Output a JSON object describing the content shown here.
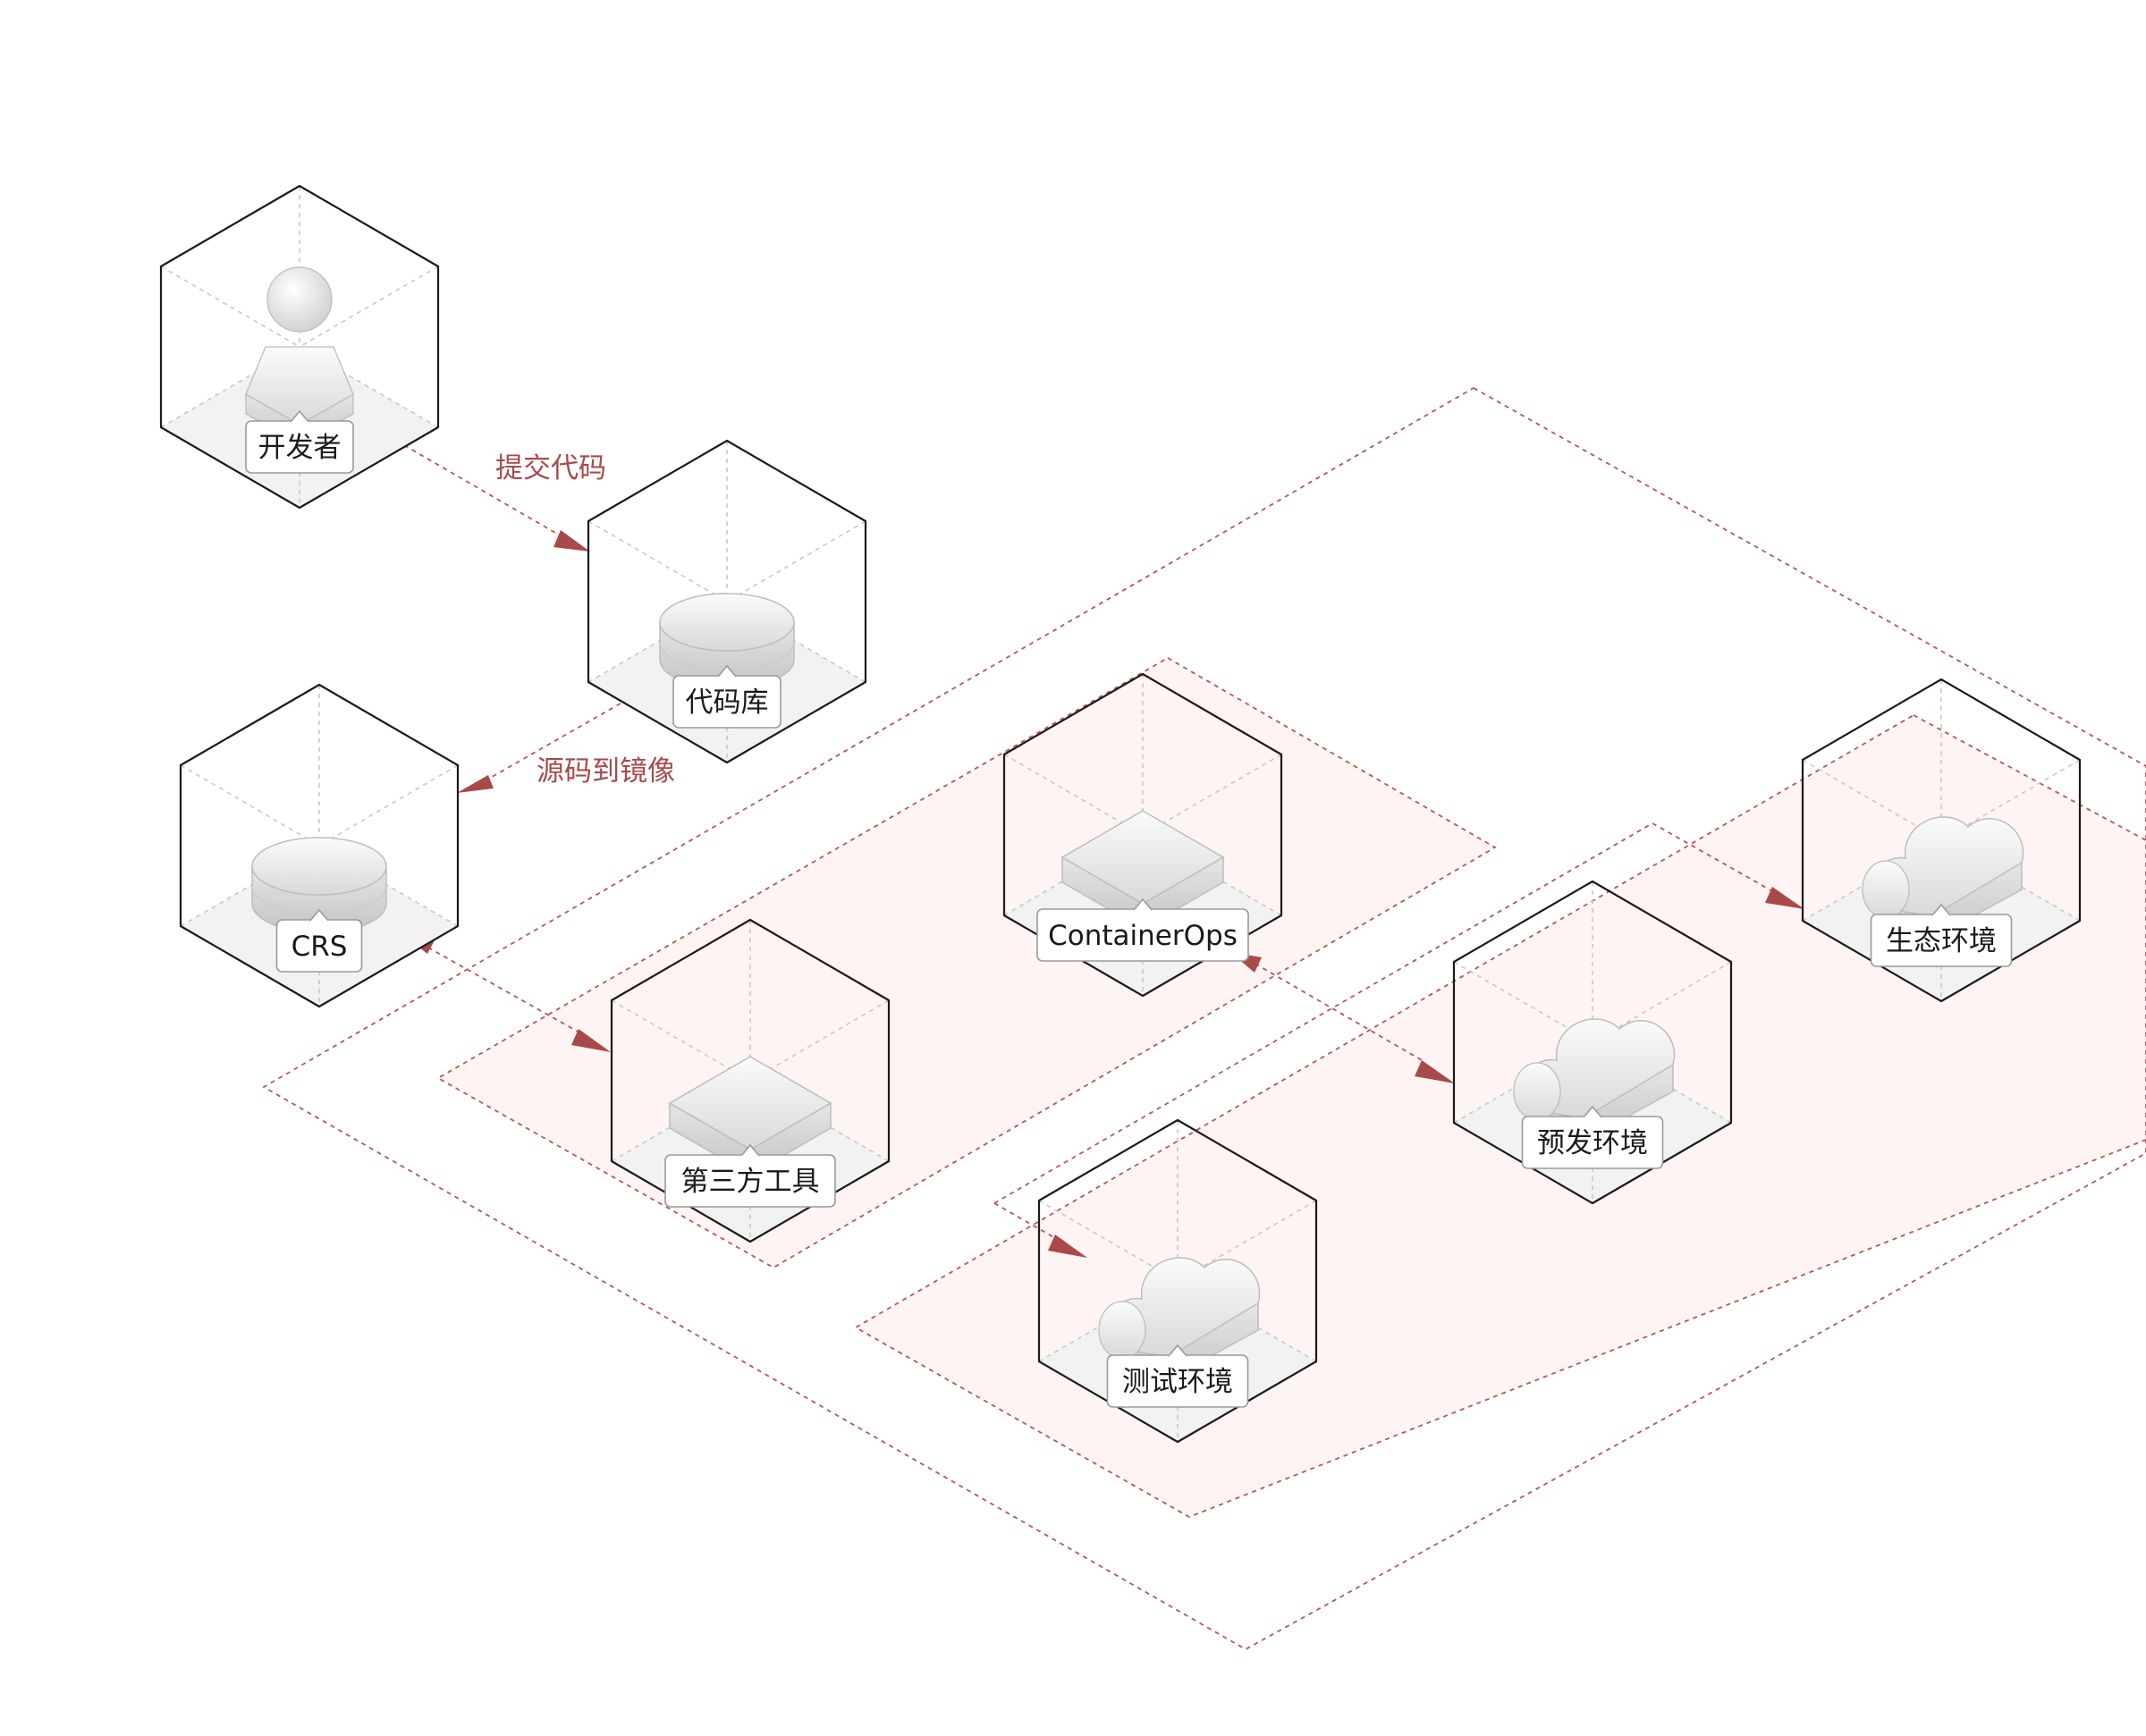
{
  "nodes": {
    "developer": {
      "label": "开发者",
      "icon": "user-icon"
    },
    "code_repo": {
      "label": "代码库",
      "icon": "database-icon"
    },
    "crs": {
      "label": "CRS",
      "icon": "database-icon"
    },
    "containerops": {
      "label": "ContainerOps",
      "icon": "server-icon"
    },
    "third_party": {
      "label": "第三方工具",
      "icon": "server-icon"
    },
    "staging_env": {
      "label": "预发环境",
      "icon": "cloud-icon"
    },
    "ecosystem_env": {
      "label": "生态环境",
      "icon": "cloud-icon"
    },
    "test_env": {
      "label": "测试环境",
      "icon": "cloud-icon"
    }
  },
  "edges": {
    "commit_code": {
      "label": "提交代码"
    },
    "source_to_image": {
      "label": "源码到镜像"
    }
  },
  "colors": {
    "accent": "#a84a4a",
    "region_fill": "#fdf4f3",
    "cube_stroke": "#1a1a1a"
  }
}
